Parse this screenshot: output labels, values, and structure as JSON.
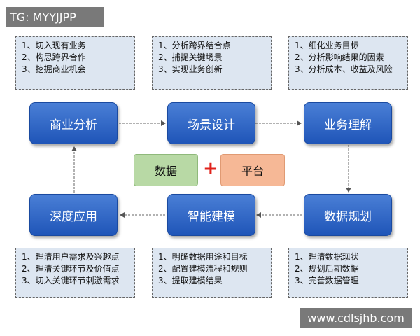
{
  "top_notes": [
    {
      "id": "a",
      "lines": [
        "1、切入现有业务",
        "2、构思跨界合作",
        "3、挖掘商业机会"
      ]
    },
    {
      "id": "b",
      "lines": [
        "1、分析跨界结合点",
        "2、捕捉关键场景",
        "3、实现业务创新"
      ]
    },
    {
      "id": "c",
      "lines": [
        "1、细化业务目标",
        "2、分析影响结果的因素",
        "3、分析成本、收益及风险"
      ]
    }
  ],
  "bottom_notes": [
    {
      "id": "d",
      "lines": [
        "1、理清用户需求及兴趣点",
        "2、理清关键环节及价值点",
        "3、切入关键环节刺激需求"
      ]
    },
    {
      "id": "e",
      "lines": [
        "1、明确数据用途和目标",
        "2、配置建模流程和规则",
        "3、提取建模结果"
      ]
    },
    {
      "id": "f",
      "lines": [
        "1、理清数据现状",
        "2、规划后期数据",
        "3、完善数据管理"
      ]
    }
  ],
  "nodes": {
    "business_analysis": "商业分析",
    "scenario_design": "场景设计",
    "business_understanding": "业务理解",
    "deep_application": "深度应用",
    "intelligent_modeling": "智能建模",
    "data_planning": "数据规划"
  },
  "center": {
    "left": "数据",
    "plus": "+",
    "right": "平台"
  },
  "watermarks": {
    "top_left": "TG: MYYJJPP",
    "bottom_right": "www.cdlsjhb.com"
  },
  "colors": {
    "node": "#2a63c4",
    "note_bg": "#dde6f1",
    "data_chip": "#b8d9a5",
    "platform_chip": "#f6b896",
    "plus": "#e0221b"
  }
}
